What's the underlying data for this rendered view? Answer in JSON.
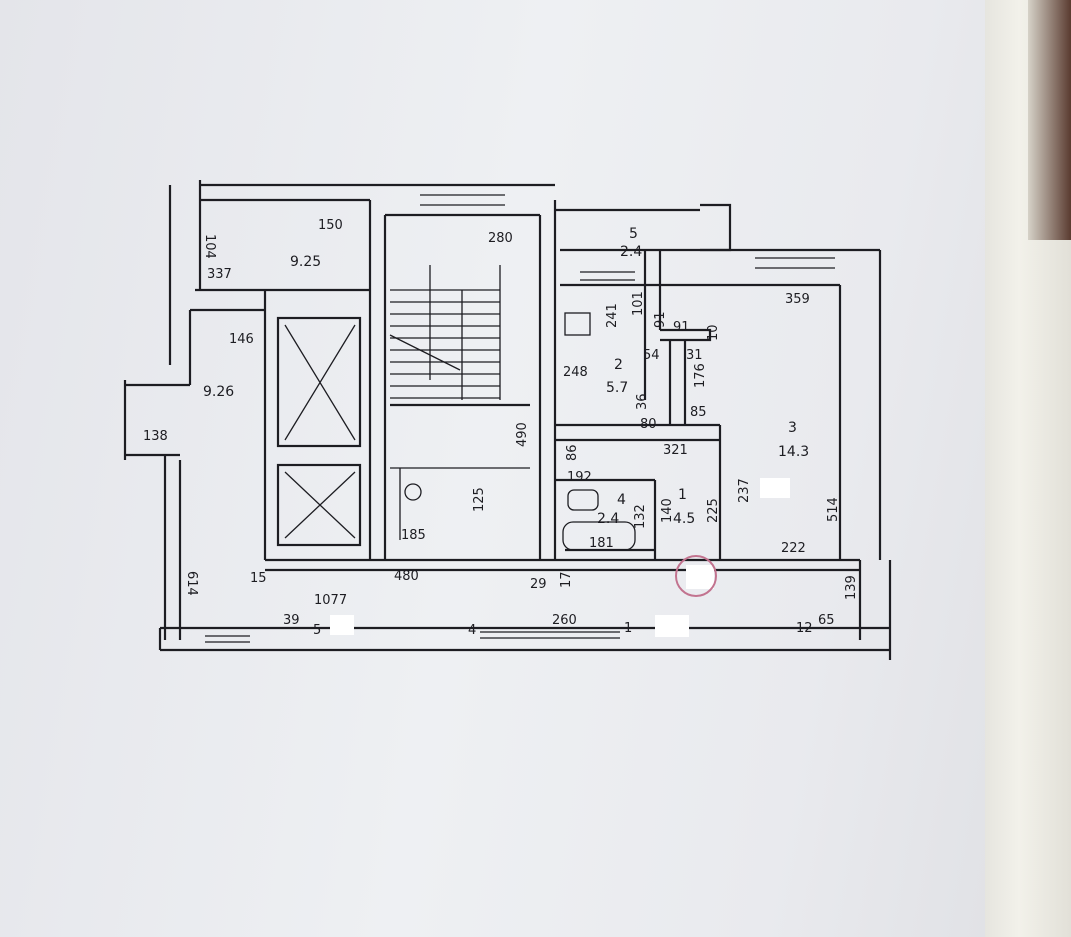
{
  "floor_plan": {
    "rooms": [
      {
        "number": "1",
        "area": "4.5"
      },
      {
        "number": "2",
        "area": "5.7"
      },
      {
        "number": "3",
        "area": "14.3"
      },
      {
        "number": "4",
        "area": "2.4"
      },
      {
        "number": "5",
        "area": "2.4"
      }
    ],
    "stair_areas": [
      "9.25",
      "9.26"
    ],
    "dimensions": [
      "104",
      "150",
      "280",
      "337",
      "146",
      "138",
      "614",
      "15",
      "1077",
      "39",
      "5",
      "4",
      "490",
      "125",
      "185",
      "480",
      "29",
      "17",
      "260",
      "1",
      "12",
      "65",
      "139",
      "514",
      "359",
      "241",
      "101",
      "91",
      "91",
      "10",
      "54",
      "31",
      "248",
      "176",
      "85",
      "36",
      "80",
      "321",
      "86",
      "192",
      "237",
      "132",
      "140",
      "225",
      "181",
      "222"
    ]
  },
  "colors": {
    "ink": "#1d1d22",
    "paper": "#eceef2",
    "marker": "#c2738f"
  }
}
